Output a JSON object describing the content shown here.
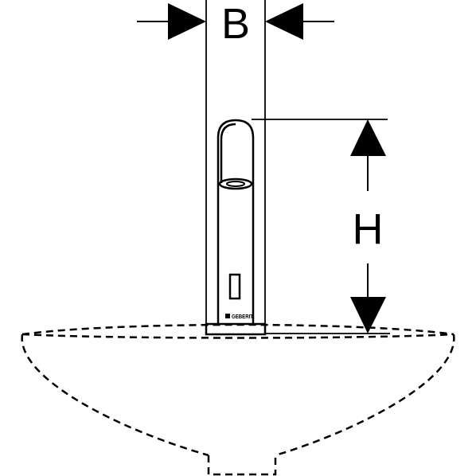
{
  "dimensions": {
    "width_label": "B",
    "height_label": "H"
  },
  "faucet": {
    "brand_label": "GEBERIT"
  },
  "colors": {
    "line": "#000000",
    "background": "#ffffff"
  }
}
